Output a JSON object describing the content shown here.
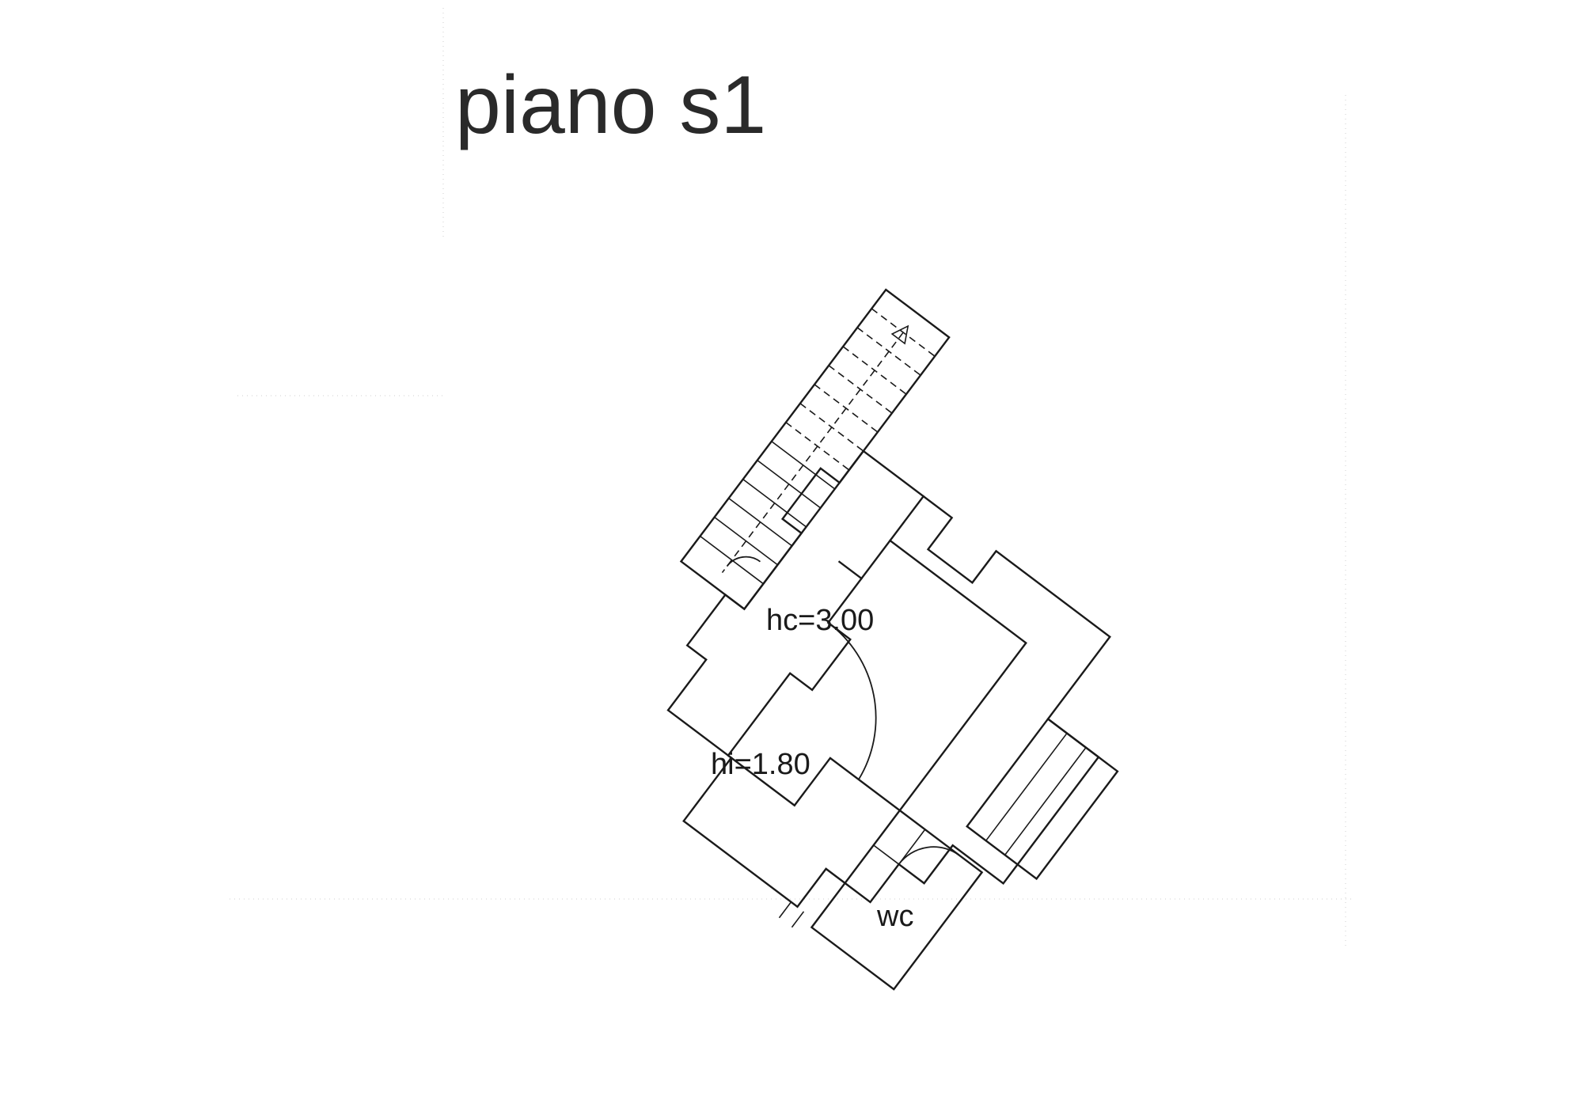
{
  "drawing": {
    "title": "piano s1",
    "labels": {
      "ceiling_height": "hc=3.00",
      "internal_height": "hi=1.80",
      "wc": "wc"
    }
  }
}
